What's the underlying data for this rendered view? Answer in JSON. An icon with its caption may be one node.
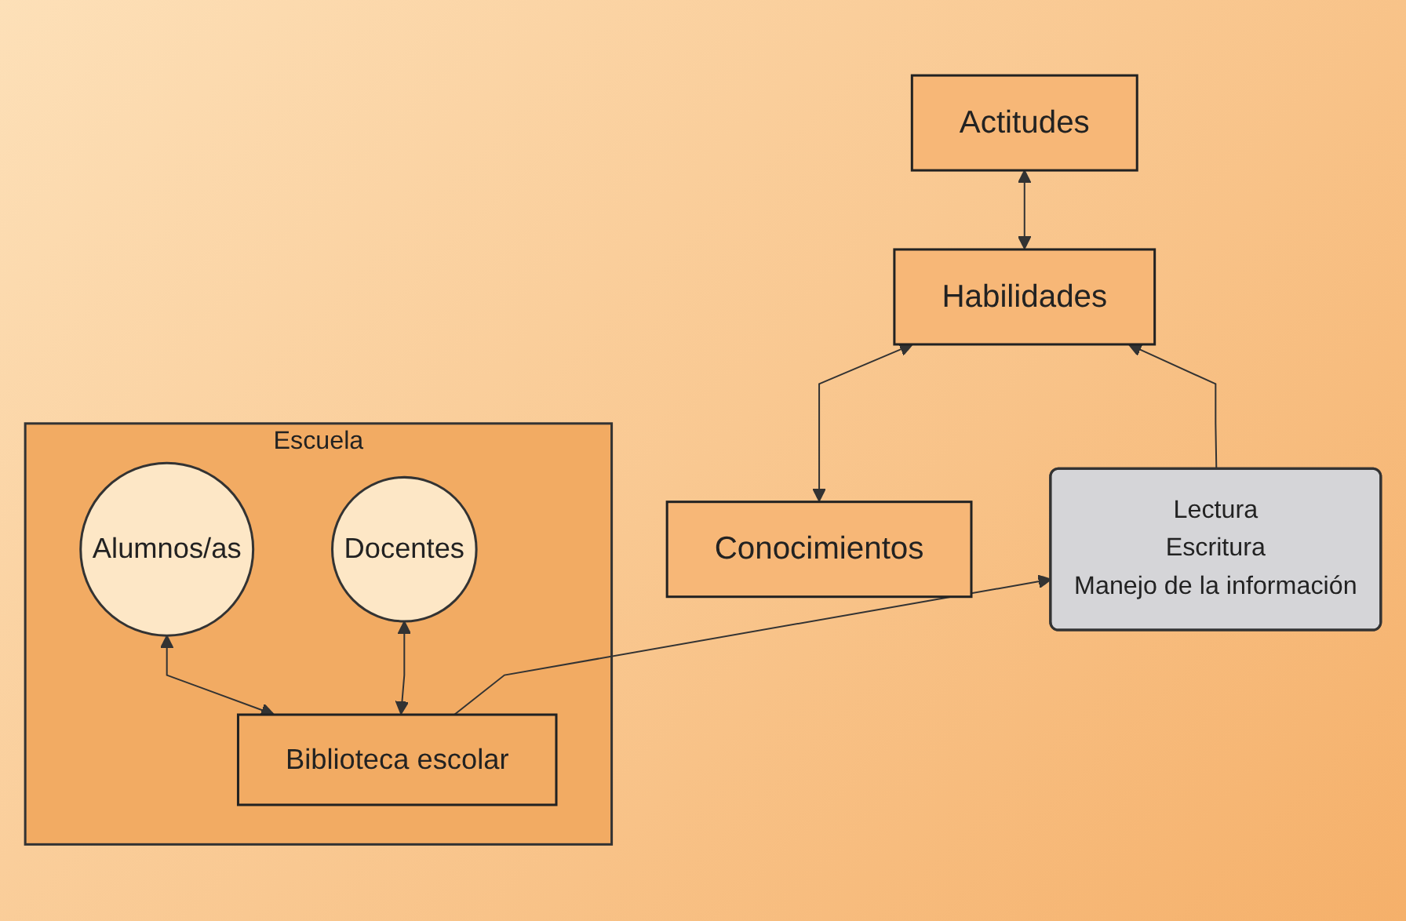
{
  "diagram": {
    "nodes": [
      {
        "text": [
          "Conocimientos"
        ]
      },
      {
        "text": [
          "Habilidades"
        ]
      },
      {
        "text": [
          "Actitudes"
        ]
      },
      {
        "text": [
          "Lectura",
          "Escritura",
          "Manejo de la información"
        ]
      },
      {
        "text": [
          "Escuela"
        ]
      },
      {
        "text": [
          "Biblioteca escolar"
        ],
        "in": 4
      },
      {
        "text": [
          "Alumnos/as"
        ],
        "in": 4
      },
      {
        "text": [
          "Docentes"
        ],
        "in": 4
      }
    ],
    "edges": [
      {
        "from": 0,
        "to": 1,
        "arrow": "both"
      },
      {
        "from": 1,
        "to": 2,
        "arrow": "both"
      },
      {
        "from": 3,
        "to": 1,
        "arrow": "to"
      },
      {
        "from": 5,
        "to": 3,
        "arrow": "to"
      },
      {
        "from": 5,
        "to": 6,
        "arrow": "both"
      },
      {
        "from": 5,
        "to": 7,
        "arrow": "both"
      }
    ]
  }
}
